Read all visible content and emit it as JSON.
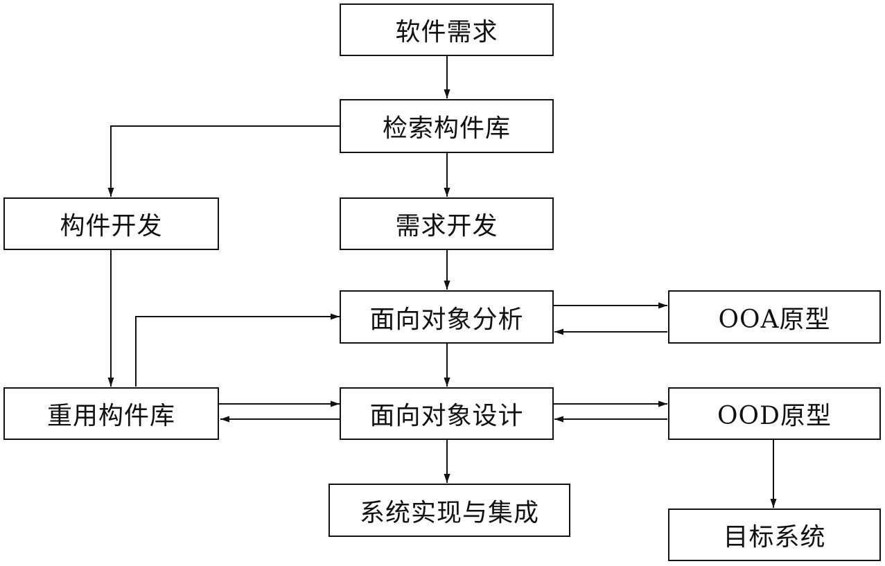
{
  "nodes": {
    "software_requirements": "软件需求",
    "search_component_library": "检索构件库",
    "component_development": "构件开发",
    "requirements_development": "需求开发",
    "ooa": "面向对象分析",
    "ooa_prototype": "OOA原型",
    "reuse_component_library": "重用构件库",
    "ood": "面向对象设计",
    "ood_prototype": "OOD原型",
    "system_implementation_integration": "系统实现与集成",
    "target_system": "目标系统"
  }
}
